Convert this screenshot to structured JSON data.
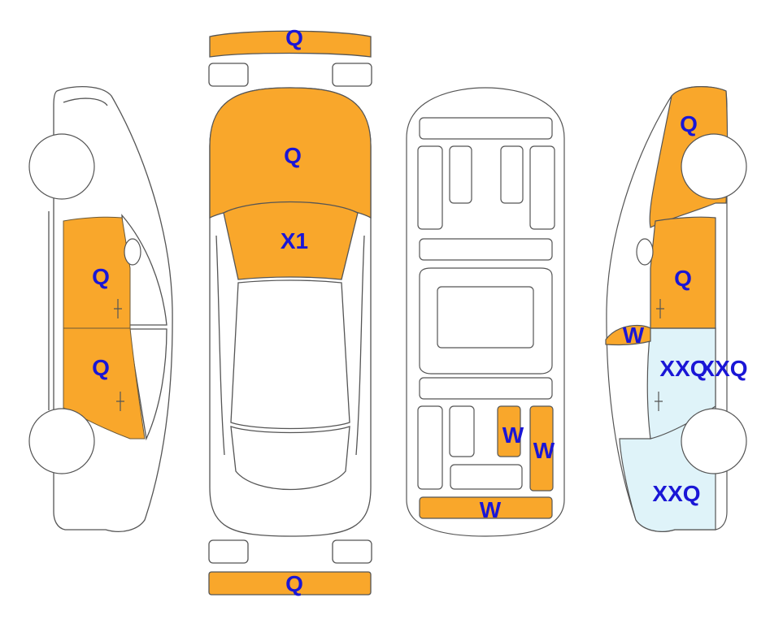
{
  "colors": {
    "background": "#ffffff",
    "outline": "#555555",
    "orange": "#f9a72b",
    "light_blue": "#dff3f9",
    "label": "#1a16d6"
  },
  "codes": {
    "front_bumper": "Q",
    "hood": "Q",
    "windshield": "X1",
    "left_front_door": "Q",
    "left_rear_door": "Q",
    "right_front_fender": "Q",
    "right_front_door": "Q",
    "right_mirror": "W",
    "right_rear_door_a": "XXQ",
    "right_rear_door_b": "XXQ",
    "right_rear_quarter": "XXQ",
    "rear_bumper": "Q",
    "floor_panel_a": "W",
    "floor_panel_b": "W",
    "floor_rear": "W"
  }
}
